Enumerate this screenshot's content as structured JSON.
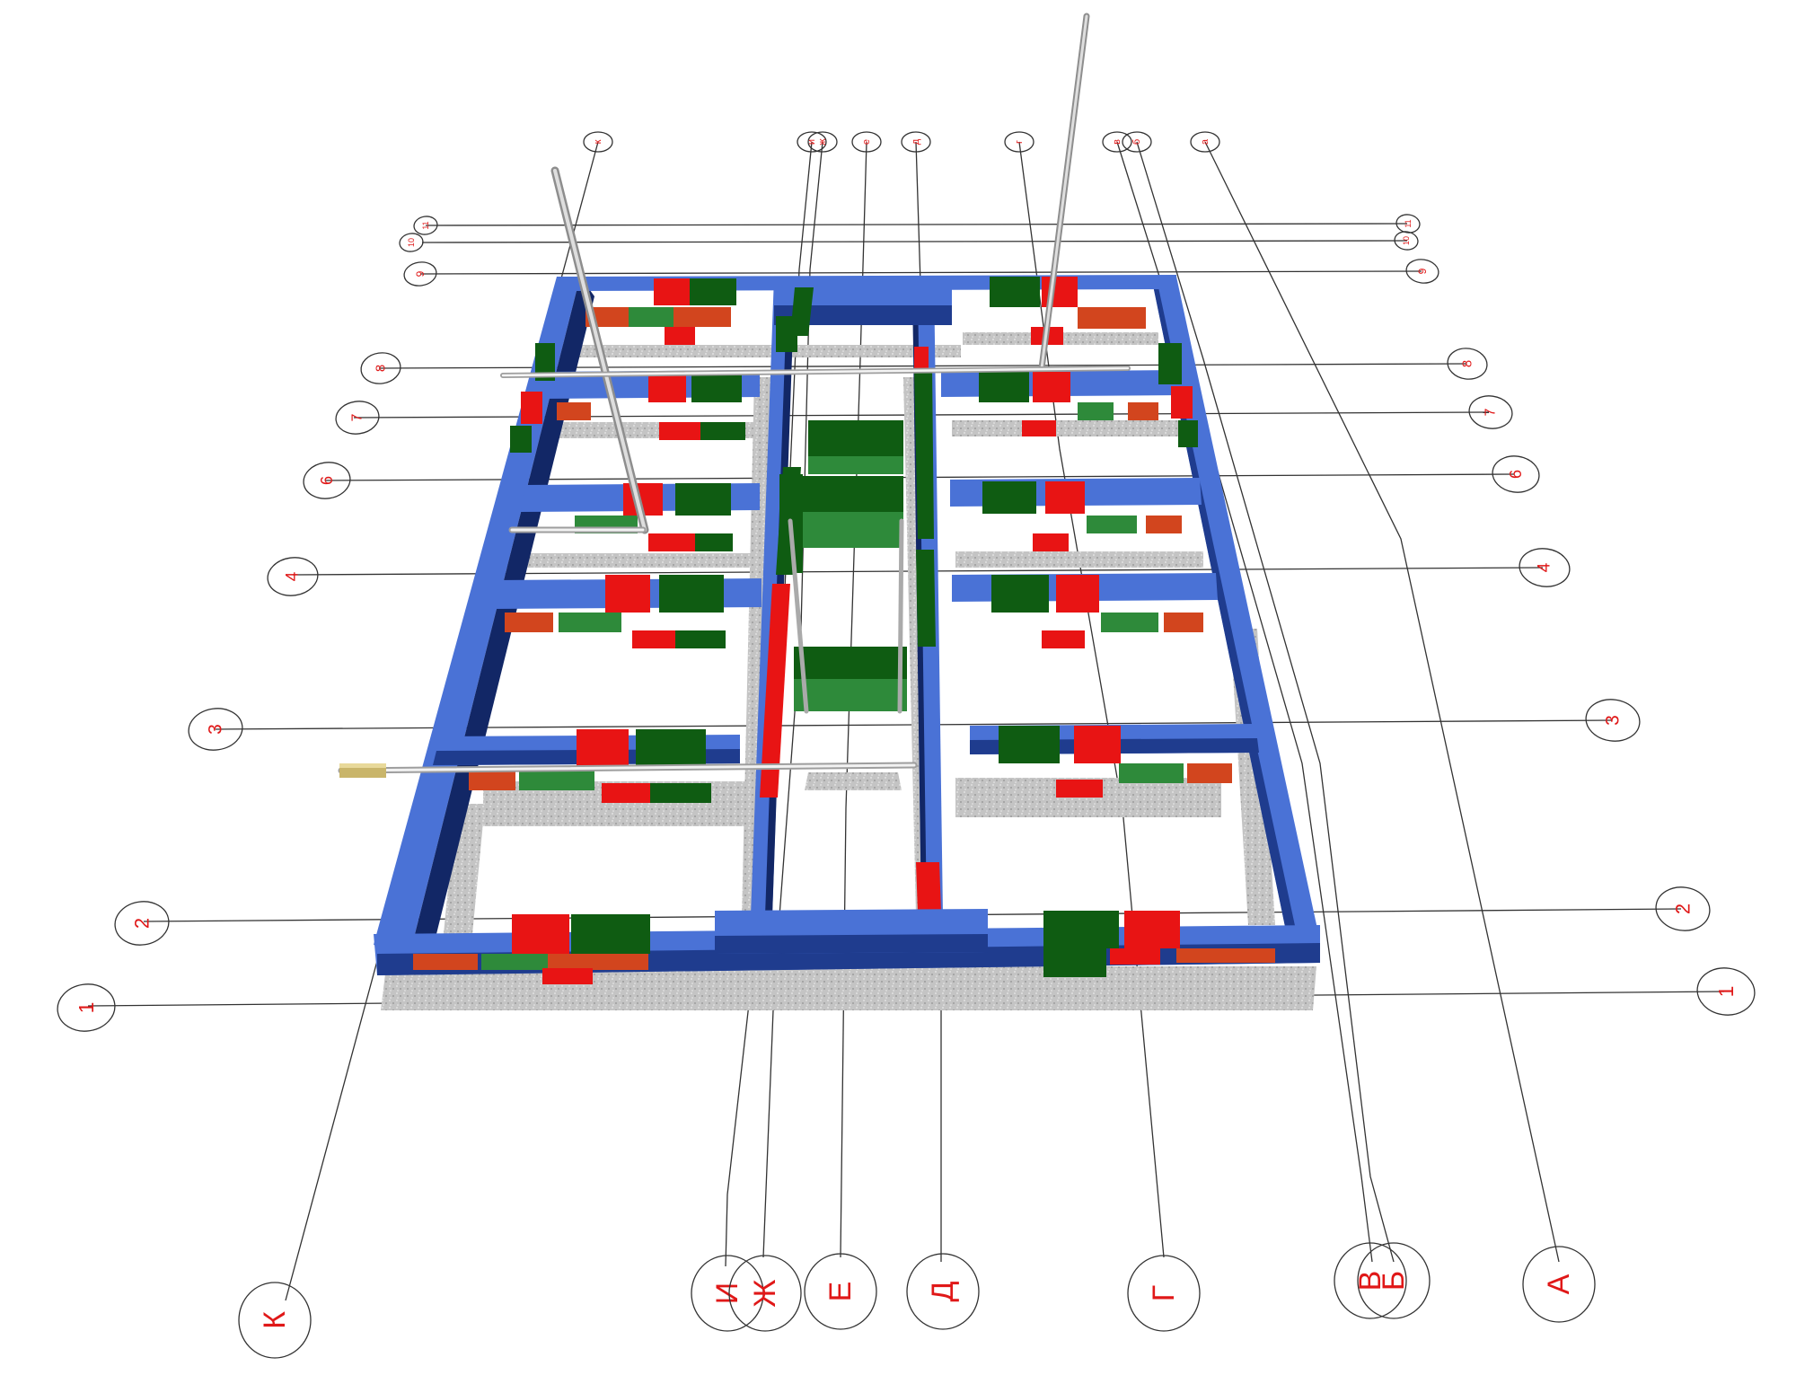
{
  "colors": {
    "wall_blue": "#4a72d6",
    "wall_blue_dark": "#1f3c8e",
    "wall_navy": "#122766",
    "block_red": "#e81414",
    "block_green": "#0f5c12",
    "block_green_light": "#2e8a3a",
    "block_orange": "#d2451e",
    "footing_gray": "#bdbdbd",
    "leader_line": "#333333",
    "label_red": "#e01818"
  },
  "grid_axes": {
    "letters": [
      {
        "id": "k",
        "top_label": "к",
        "bottom_label": "К"
      },
      {
        "id": "i",
        "top_label": "и",
        "bottom_label": "И"
      },
      {
        "id": "zh",
        "top_label": "ж",
        "bottom_label": "Ж"
      },
      {
        "id": "e",
        "top_label": "е",
        "bottom_label": "Е"
      },
      {
        "id": "d",
        "top_label": "д",
        "bottom_label": "Д"
      },
      {
        "id": "g",
        "top_label": "г",
        "bottom_label": "Г"
      },
      {
        "id": "v",
        "top_label": "в",
        "bottom_label": "В"
      },
      {
        "id": "b",
        "top_label": "б",
        "bottom_label": "Б"
      },
      {
        "id": "a",
        "top_label": "а",
        "bottom_label": "А"
      }
    ],
    "numbers": [
      "1",
      "2",
      "3",
      "4",
      "6",
      "7",
      "8",
      "9",
      "10",
      "11"
    ]
  }
}
